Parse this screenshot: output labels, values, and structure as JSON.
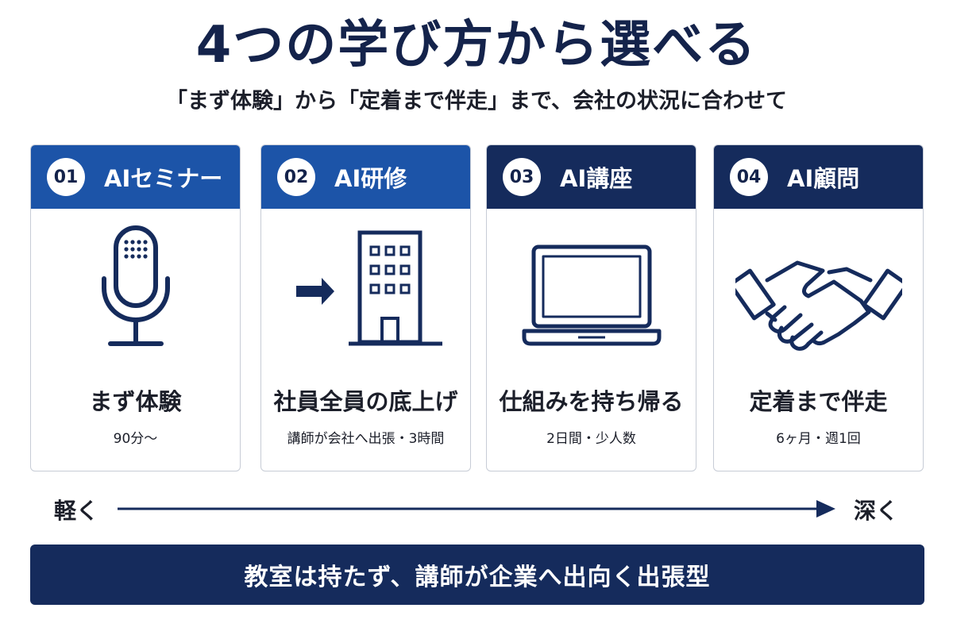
{
  "header": {
    "title": "4つの学び方から選べる",
    "subtitle": "「まず体験」から「定着まで伴走」まで、会社の状況に合わせて"
  },
  "cards": [
    {
      "number": "01",
      "title": "AIセミナー",
      "main": "まず体験",
      "sub": "90分〜",
      "icon": "microphone-icon",
      "header_color": "#1c54a8"
    },
    {
      "number": "02",
      "title": "AI研修",
      "main": "社員全員の底上げ",
      "sub": "講師が会社へ出張・3時間",
      "icon": "office-building-icon",
      "header_color": "#1c54a8"
    },
    {
      "number": "03",
      "title": "AI講座",
      "main": "仕組みを持ち帰る",
      "sub": "2日間・少人数",
      "icon": "laptop-icon",
      "header_color": "#152b5c"
    },
    {
      "number": "04",
      "title": "AI顧問",
      "main": "定着まで伴走",
      "sub": "6ヶ月・週1回",
      "icon": "handshake-icon",
      "header_color": "#152b5c"
    }
  ],
  "scale": {
    "left_label": "軽く",
    "right_label": "深く"
  },
  "banner": {
    "text": "教室は持たず、講師が企業へ出向く出張型"
  },
  "colors": {
    "navy": "#152b5c",
    "blue": "#1c54a8",
    "text": "#1c1f2a",
    "border": "#c7ccd6"
  }
}
